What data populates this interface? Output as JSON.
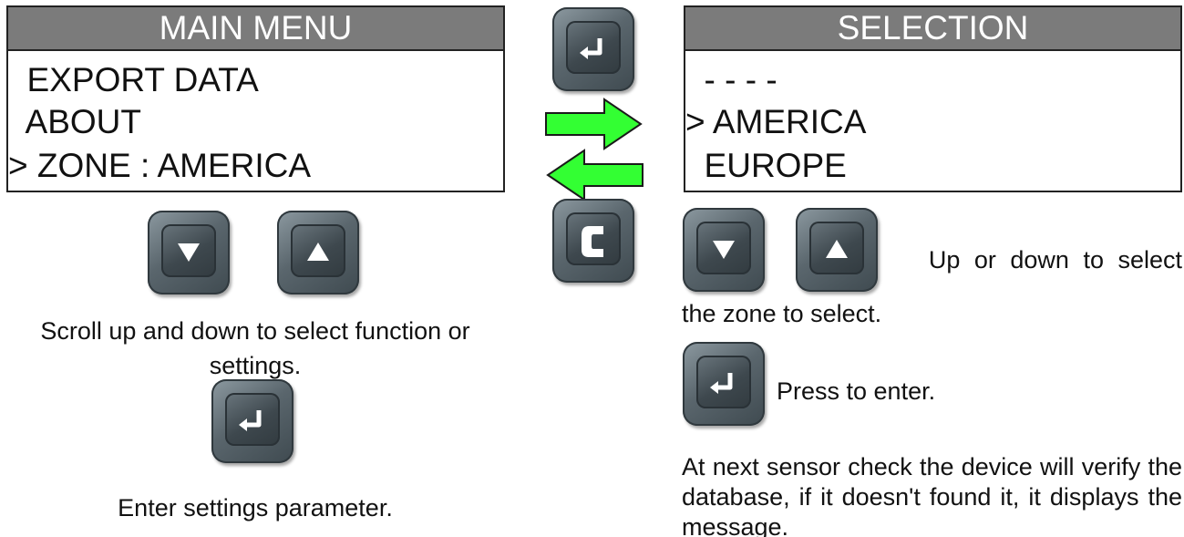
{
  "main_menu": {
    "title": "MAIN MENU",
    "items": [
      "  EXPORT DATA",
      "  ABOUT",
      "> ZONE : AMERICA"
    ]
  },
  "selection": {
    "title": "SELECTION",
    "items": [
      "  - - - -",
      "> AMERICA",
      "  EUROPE"
    ]
  },
  "captions": {
    "scroll": "Scroll up and down to select function or settings.",
    "enter_settings": "Enter settings parameter.",
    "updown_line1": "Up or down to select",
    "updown_line2": "the zone to select.",
    "press_enter": "Press to enter.",
    "verify": "At next sensor check the device will verify the database, if it doesn't found it, it displays the message."
  },
  "icons": {
    "enter": "enter-key-icon",
    "cancel": "c-key-icon",
    "down": "down-key-icon",
    "up": "up-key-icon",
    "arrow_right": "green-arrow-right-icon",
    "arrow_left": "green-arrow-left-icon"
  },
  "colors": {
    "header": "#7b7b7b",
    "arrow": "#33ff33",
    "key": "#5a666d"
  }
}
